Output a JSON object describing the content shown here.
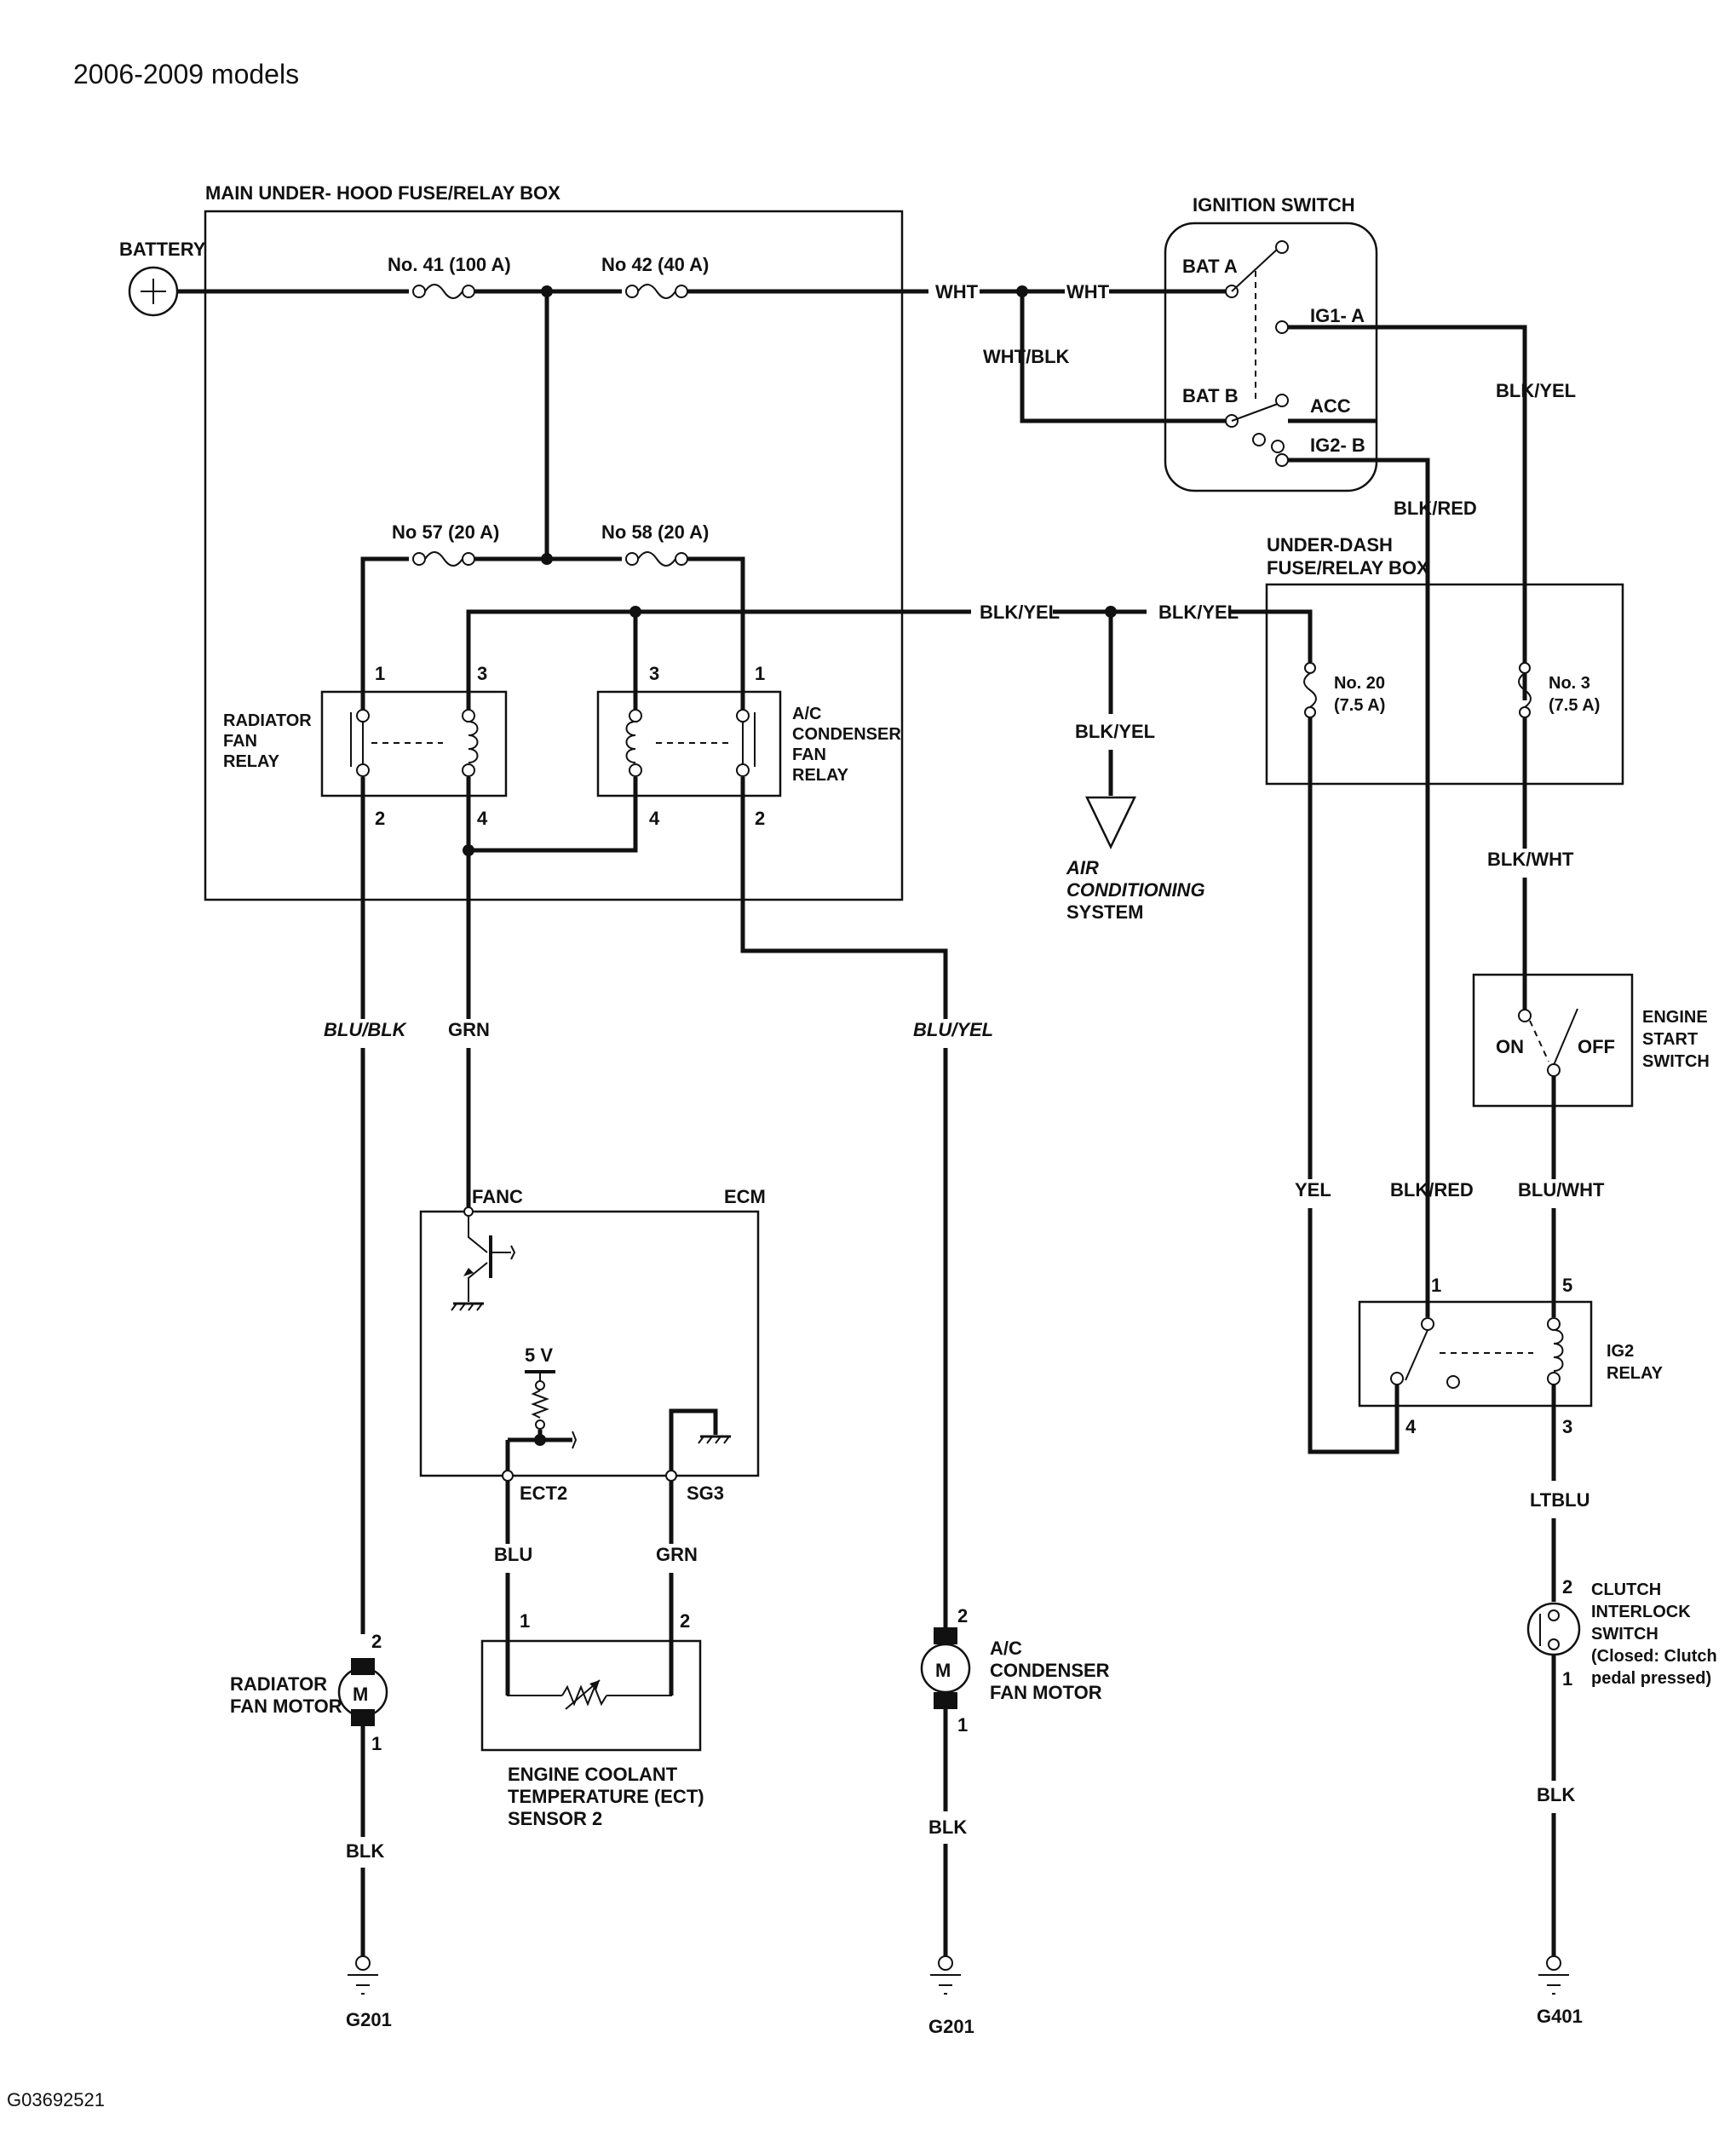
{
  "header": "2006-2009 models",
  "footer_code": "G03692521",
  "boxes": {
    "main_fuse_box": "MAIN UNDER- HOOD FUSE/RELAY BOX",
    "ignition_switch": "IGNITION SWITCH",
    "under_dash_line1": "UNDER-DASH",
    "under_dash_line2": "FUSE/RELAY BOX",
    "ecm": "ECM"
  },
  "components": {
    "battery": "BATTERY",
    "fuse41": "No. 41 (100 A)",
    "fuse42": "No  42 (40 A)",
    "fuse57": "No  57 (20 A)",
    "fuse58": "No  58 (20 A)",
    "fuse20_line1": "No. 20",
    "fuse20_line2": "(7.5 A)",
    "fuse3_line1": "No. 3",
    "fuse3_line2": "(7.5 A)",
    "rad_relay": [
      "RADIATOR",
      "FAN",
      "RELAY"
    ],
    "ac_relay": [
      "A/C",
      "CONDENSER",
      "FAN",
      "RELAY"
    ],
    "air_cond": [
      "AIR",
      "CONDITIONING",
      "SYSTEM"
    ],
    "engine_start_switch": [
      "ENGINE",
      "START",
      "SWITCH"
    ],
    "ig2_relay": [
      "IG2",
      "RELAY"
    ],
    "clutch_switch": [
      "CLUTCH",
      "INTERLOCK",
      "SWITCH",
      "(Closed: Clutch",
      "pedal pressed)"
    ],
    "rad_fan_motor": [
      "RADIATOR",
      "FAN MOTOR"
    ],
    "ac_fan_motor": [
      "A/C",
      "CONDENSER",
      "FAN MOTOR"
    ],
    "ect_sensor": [
      "ENGINE COOLANT",
      "TEMPERATURE (ECT)",
      "SENSOR 2"
    ],
    "motor_symbol": "M",
    "plus_symbol": "+"
  },
  "ignition_terminals": {
    "bat_a": "BAT  A",
    "bat_b": "BAT  B",
    "ig1_a": "IG1- A",
    "acc": "ACC",
    "ig2_b": "IG2- B"
  },
  "switch_states": {
    "on": "ON",
    "off": "OFF"
  },
  "ecm_pins": {
    "fanc": "FANC",
    "ect2": "ECT2",
    "sg3": "SG3",
    "v5": "5 V"
  },
  "wires": {
    "wht": "WHT",
    "wht_blk": "WHT/BLK",
    "blk_yel": "BLK/YEL",
    "blk_red": "BLK/RED",
    "blk_wht": "BLK/WHT",
    "blu_blk": "BLU/BLK",
    "grn": "GRN",
    "blu_yel": "BLU/YEL",
    "yel": "YEL",
    "blu_wht": "BLU/WHT",
    "ltblu": "LTBLU",
    "blu": "BLU",
    "blk": "BLK"
  },
  "pins": {
    "p1": "1",
    "p2": "2",
    "p3": "3",
    "p4": "4",
    "p5": "5"
  },
  "grounds": {
    "g201": "G201",
    "g401": "G401"
  }
}
